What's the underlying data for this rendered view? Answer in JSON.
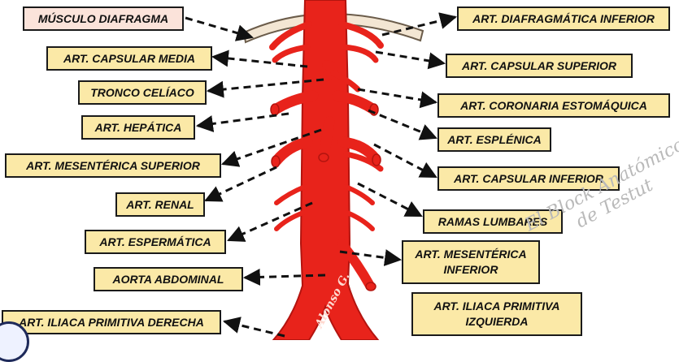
{
  "labels": {
    "diafragma": "MÚSCULO DIAFRAGMA",
    "capsular_media": "ART. CAPSULAR MEDIA",
    "tronco_celiaco": "TRONCO CELÍACO",
    "hepatica": "ART. HEPÁTICA",
    "mesenterica_superior": "ART. MESENTÉRICA SUPERIOR",
    "renal": "ART. RENAL",
    "espermatica": "ART. ESPERMÁTICA",
    "aorta_abdominal": "AORTA ABDOMINAL",
    "iliaca_derecha": "ART. ILIACA PRIMITIVA DERECHA",
    "diafragmatica_inferior": "ART. DIAFRAGMÁTICA INFERIOR",
    "capsular_superior": "ART. CAPSULAR SUPERIOR",
    "coronaria_estomaquica": "ART. CORONARIA ESTOMÁQUICA",
    "esplenica": "ART. ESPLÉNICA",
    "capsular_inferior": "ART. CAPSULAR INFERIOR",
    "ramas_lumbares": "RAMAS LUMBARES",
    "mesenterica_inferior": "ART. MESENTÉRICA INFERIOR",
    "iliaca_izquierda": "ART. ILIACA PRIMITIVA IZQUIERDA"
  },
  "watermark": "El Block Anatómico de Testut",
  "signature": "Alonso G.",
  "colors": {
    "artery": "#e8231b",
    "artery_dark": "#b3140f",
    "label_fill": "#fbe9a7",
    "label_pink": "#fbe3da",
    "diaphragm": "#f3e6d3"
  }
}
